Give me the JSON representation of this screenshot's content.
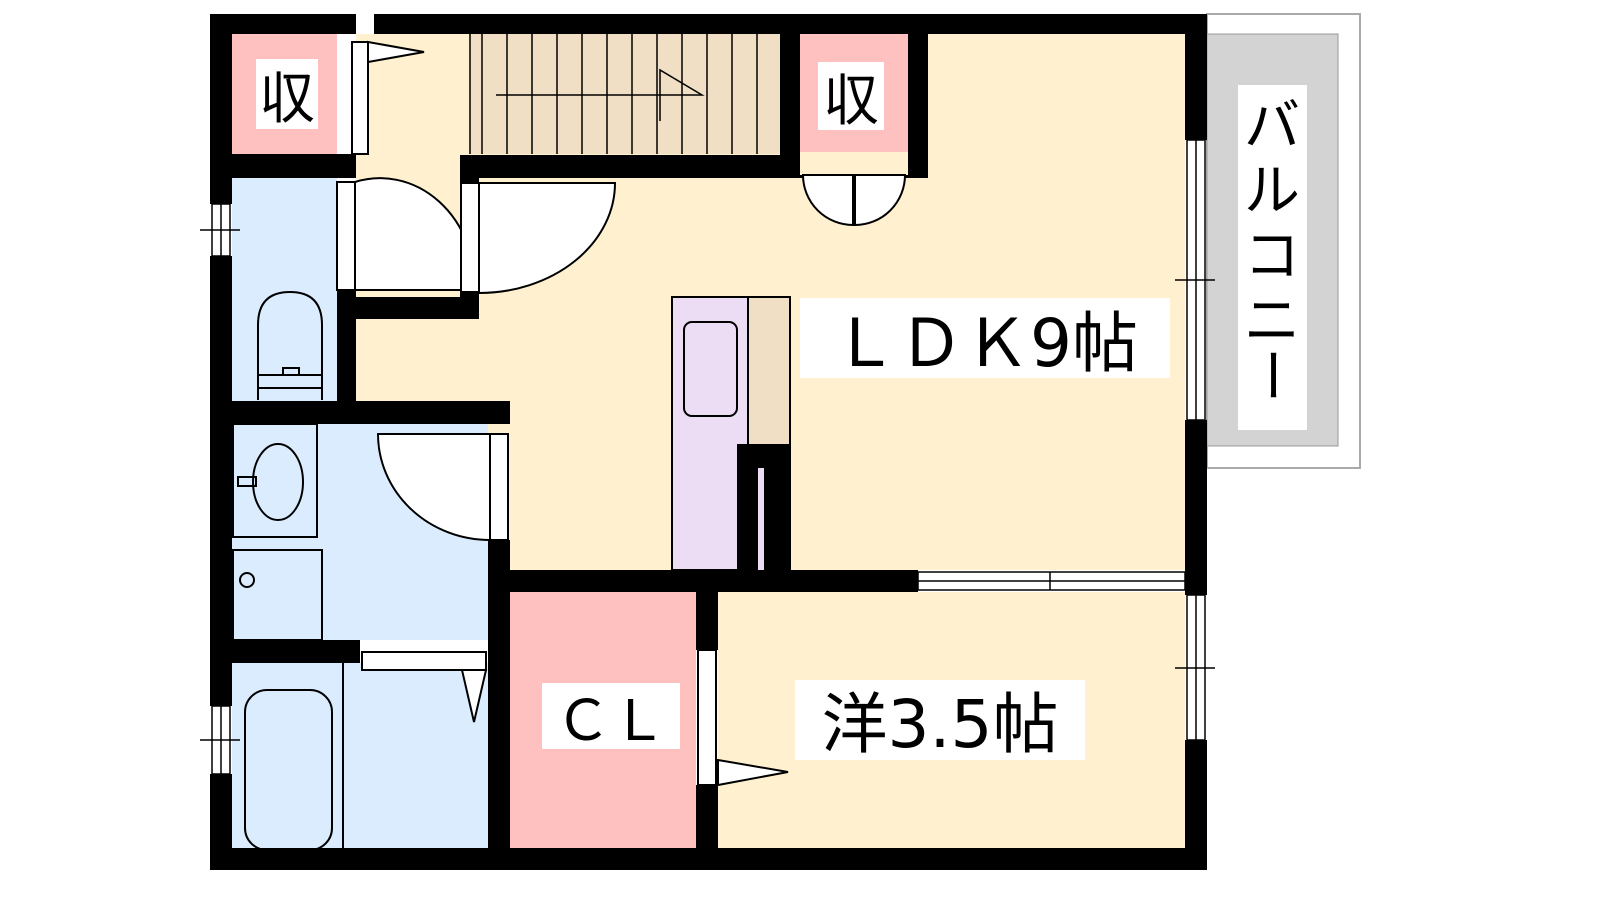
{
  "rooms": {
    "storage_left": "収",
    "storage_right": "収",
    "ldk": "ＬＤＫ9帖",
    "closet": "ＣＬ",
    "western": "洋3.5帖",
    "balcony": [
      "バ",
      "ル",
      "コ",
      "ニ",
      "ー"
    ]
  },
  "colors": {
    "wall": "#000000",
    "living": "#fff1d0",
    "wet": "#dbecfe",
    "storage": "#ffc0c0",
    "stairs": "#f0dfc4",
    "kitchen": "#ecdcf4",
    "balcony": "#d3d3d3"
  }
}
